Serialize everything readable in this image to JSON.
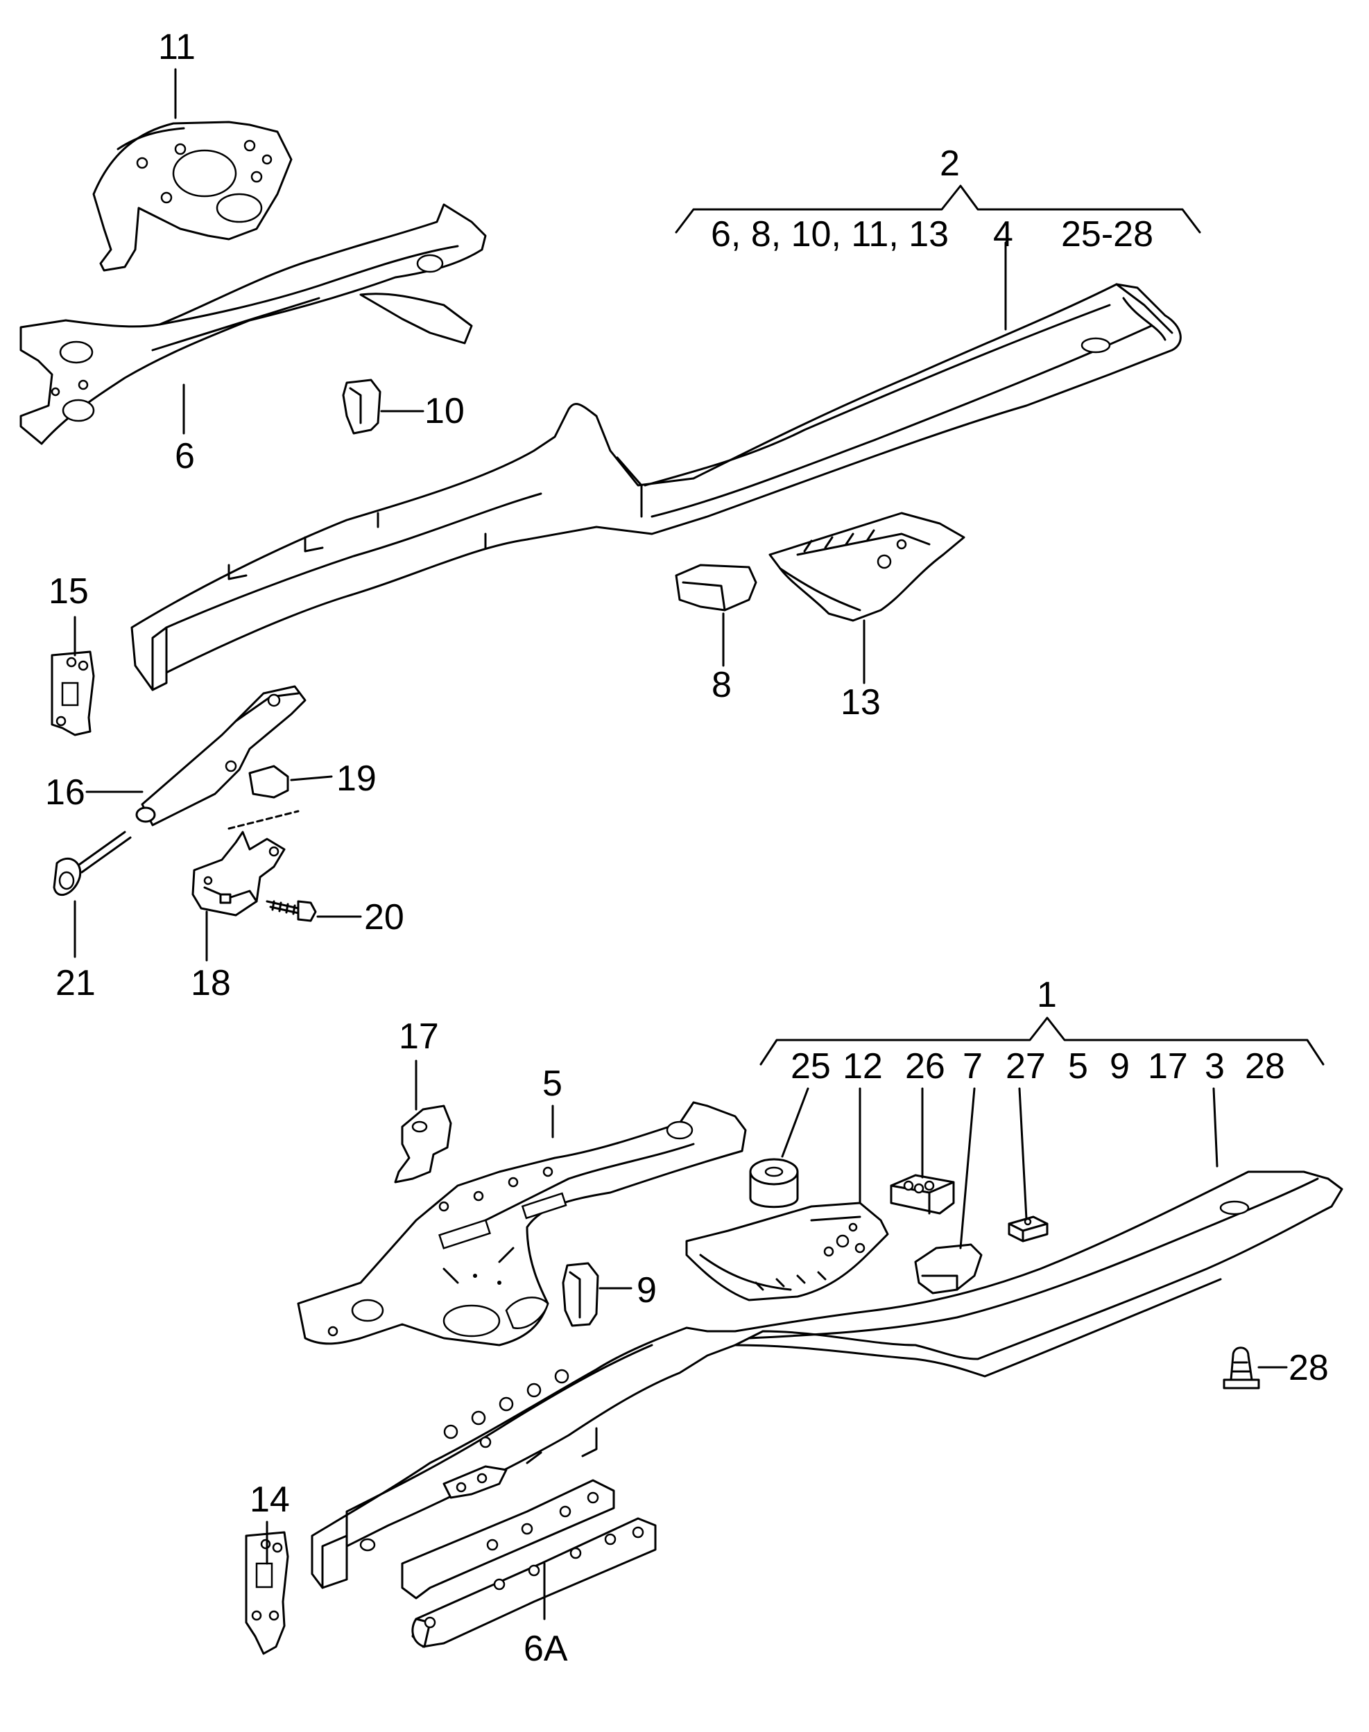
{
  "callouts": {
    "c1": "1",
    "c2": "2",
    "c3": "3",
    "c4": "4",
    "c5": "5",
    "c6": "6",
    "c6a": "6A",
    "c7": "7",
    "c8": "8",
    "c9": "9",
    "c10": "10",
    "c11": "11",
    "c12": "12",
    "c13": "13",
    "c14": "14",
    "c15": "15",
    "c16": "16",
    "c17": "17",
    "c18": "18",
    "c19": "19",
    "c20": "20",
    "c21": "21",
    "c25": "25",
    "c26": "26",
    "c27": "27",
    "c28a": "28",
    "c28b": "28"
  },
  "groups": {
    "group2": {
      "text_a": "6, 8, 10, 11, 13",
      "text_b": "25-28"
    },
    "group1": {
      "text_a": "5",
      "text_b": "9",
      "text_c": "17"
    }
  }
}
